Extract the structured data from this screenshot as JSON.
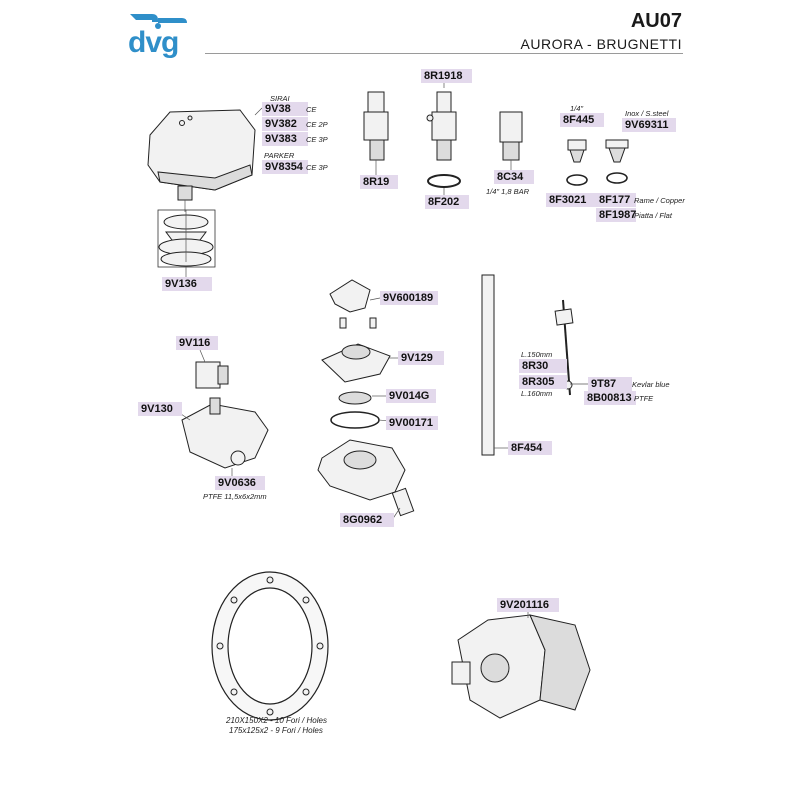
{
  "header": {
    "logo_text": "dvg",
    "model": "AU07",
    "brand": "AURORA - BRUGNETTI",
    "brand_color": "#2f8fc9"
  },
  "codes": {
    "c9V38": "9V38",
    "c9V382": "9V382",
    "c9V383": "9V383",
    "c9V8354": "9V8354",
    "c9V136": "9V136",
    "c8R19": "8R19",
    "c8R1918": "8R1918",
    "c8F202": "8F202",
    "c8C34": "8C34",
    "c8F445": "8F445",
    "c9V69311": "9V69311",
    "c8F3021": "8F3021",
    "c8F177": "8F177",
    "c8F1987": "8F1987",
    "c9V600189": "9V600189",
    "c9V129": "9V129",
    "c9V014G": "9V014G",
    "c9V00171": "9V00171",
    "c8G0962": "8G0962",
    "c9V116": "9V116",
    "c9V130": "9V130",
    "c9V0636": "9V0636",
    "c8F454": "8F454",
    "c8R30": "8R30",
    "c8R305": "8R305",
    "c9T87": "9T87",
    "c8B00813": "8B00813",
    "c9V201116": "9V201116"
  },
  "notes": {
    "sirai": "SIRAI",
    "parker": "PARKER",
    "ce": "CE",
    "ce2p": "CE 2P",
    "ce3p": "CE 3P",
    "ce3p_b": "CE 3P",
    "quarter_inch": "1/4\"",
    "quarter_bar": "1/4\" 1,8 BAR",
    "inox": "Inox / S.steel",
    "copper": "Rame / Copper",
    "flat": "Piatta / Flat",
    "ptfe_size": "PTFE 11,5x6x2mm",
    "l150": "L.150mm",
    "l160": "L.160mm",
    "kevlar": "Kevlar blue",
    "ptfe": "PTFE",
    "gasket1": "210X150X2 - 10 Fori / Holes",
    "gasket2": "175x125x2 - 9 Fori / Holes"
  }
}
